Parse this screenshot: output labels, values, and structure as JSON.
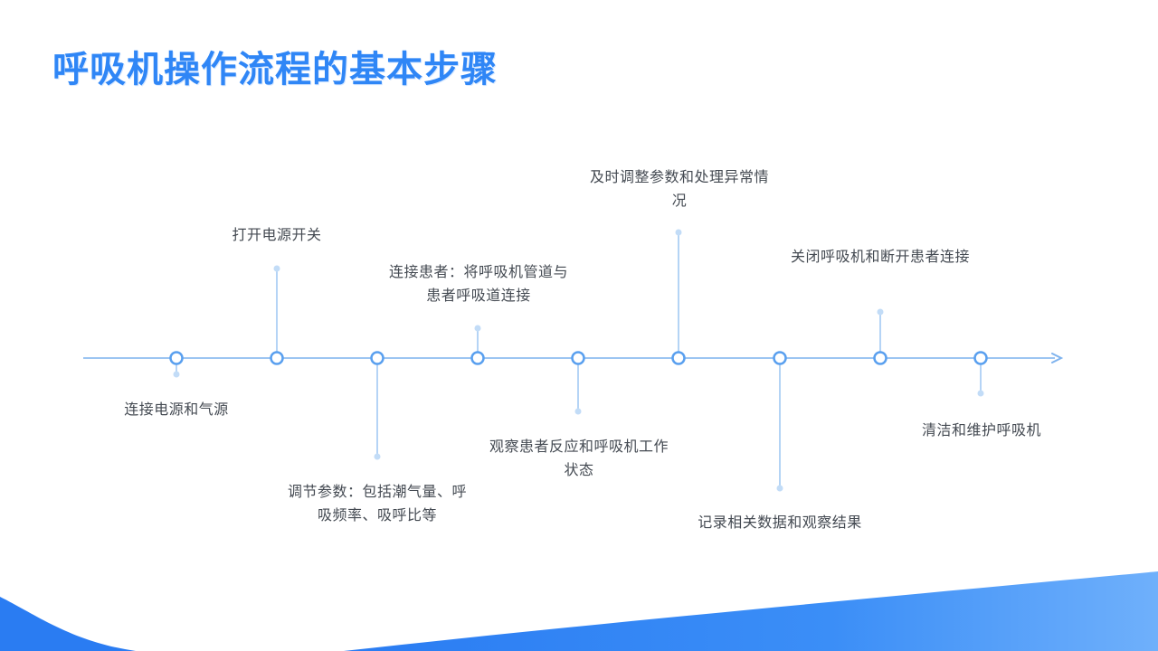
{
  "title": "呼吸机操作流程的基本步骤",
  "colors": {
    "accent": "#2f86f6",
    "line": "#9cc5f2",
    "dot": "#c2dcf7"
  },
  "timeline": {
    "steps": [
      {
        "label": "连接电源和气源",
        "side": "below"
      },
      {
        "label": "打开电源开关",
        "side": "above"
      },
      {
        "label": "调节参数：包括潮气量、呼吸频率、吸呼比等",
        "side": "below"
      },
      {
        "label": "连接患者：将呼吸机管道与患者呼吸道连接",
        "side": "above"
      },
      {
        "label": "观察患者反应和呼吸机工作状态",
        "side": "below"
      },
      {
        "label": "及时调整参数和处理异常情况",
        "side": "above"
      },
      {
        "label": "记录相关数据和观察结果",
        "side": "below"
      },
      {
        "label": "关闭呼吸机和断开患者连接",
        "side": "above"
      },
      {
        "label": "清洁和维护呼吸机",
        "side": "below"
      }
    ]
  }
}
